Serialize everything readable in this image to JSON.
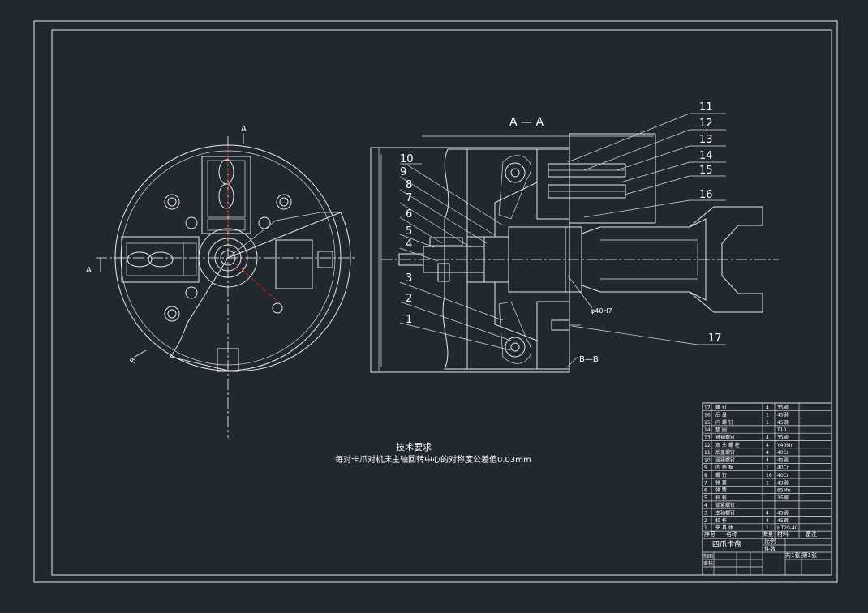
{
  "section_label": "A — A",
  "section_marks": {
    "a_top": "A",
    "a_left": "A",
    "b_mark": "B"
  },
  "bb_label": "B—B",
  "dimension_label": "φ40H7",
  "part_numbers": [
    "1",
    "2",
    "3",
    "4",
    "5",
    "6",
    "7",
    "8",
    "9",
    "10",
    "11",
    "12",
    "13",
    "14",
    "15",
    "16",
    "17"
  ],
  "tech_requirements": {
    "title": "技术要求",
    "text": "每对卡爪对机床主轴回转中心的对称度公差值0.03mm"
  },
  "title_block": {
    "drawing_name": "四爪卡盘",
    "sheet": "共1张 第1张",
    "header_labels": [
      "序号",
      "名称",
      "数量",
      "材料",
      "备注"
    ],
    "sign_labels": [
      "制图",
      "审核",
      "比例",
      "件数"
    ],
    "bom_rows": [
      {
        "no": "17",
        "name": "螺 钉",
        "qty": "4",
        "mat": "35钢"
      },
      {
        "no": "16",
        "name": "后 盘",
        "qty": "1",
        "mat": "45钢"
      },
      {
        "no": "15",
        "name": "内 螺 钉",
        "qty": "1",
        "mat": "45钢"
      },
      {
        "no": "14",
        "name": "垫 圈",
        "qty": "",
        "mat": "T10"
      },
      {
        "no": "13",
        "name": "锥销螺钉",
        "qty": "4",
        "mat": "35钢"
      },
      {
        "no": "12",
        "name": "双 头 螺 柱",
        "qty": "4",
        "mat": "Y40Mn"
      },
      {
        "no": "11",
        "name": "后盖螺钉",
        "qty": "4",
        "mat": "40Cr"
      },
      {
        "no": "10",
        "name": "连接螺钉",
        "qty": "4",
        "mat": "45钢"
      },
      {
        "no": "9",
        "name": "内 挡 板",
        "qty": "1",
        "mat": "40Cr"
      },
      {
        "no": "8",
        "name": "螺 钉",
        "qty": "16",
        "mat": "40Cr"
      },
      {
        "no": "7",
        "name": "弹 簧",
        "qty": "1",
        "mat": "45钢"
      },
      {
        "no": "6",
        "name": "弹 簧",
        "qty": "",
        "mat": "65Mn"
      },
      {
        "no": "5",
        "name": "挡 板",
        "qty": "",
        "mat": "35钢"
      },
      {
        "no": "4",
        "name": "锁紧螺钉",
        "qty": "",
        "mat": ""
      },
      {
        "no": "3",
        "name": "主轴螺钉",
        "qty": "4",
        "mat": "45钢"
      },
      {
        "no": "2",
        "name": "杠 杆",
        "qty": "4",
        "mat": "45钢"
      },
      {
        "no": "1",
        "name": "夹 具 体",
        "qty": "1",
        "mat": "HT20-40"
      }
    ]
  },
  "colors": {
    "background": "#212830",
    "lines": "#ffffff",
    "axis": "#d02020"
  }
}
